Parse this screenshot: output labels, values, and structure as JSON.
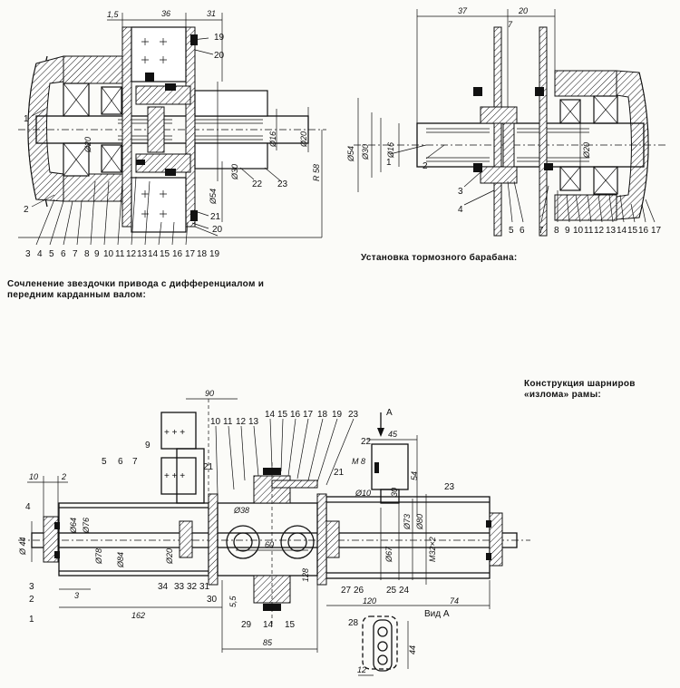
{
  "captions": {
    "fig1": "Сочленение звездочки привода с дифференциалом и передним карданным валом:",
    "fig2": "Установка тормозного барабана:",
    "fig3": "Конструкция шарниров «излома» рамы:"
  },
  "fig1": {
    "dims": {
      "d15": "1,5",
      "d36": "36",
      "d31": "31",
      "phi20": "Ø20",
      "phi16": "Ø16",
      "phi20b": "Ø20",
      "phi30": "Ø30",
      "phi54": "Ø54",
      "r58": "R 58"
    },
    "labels_bottom": [
      "3",
      "4",
      "5",
      "6",
      "7",
      "8",
      "9",
      "10",
      "11",
      "12",
      "13",
      "14",
      "15",
      "16",
      "17",
      "18",
      "19"
    ],
    "labels_side": [
      "1",
      "2",
      "19",
      "20",
      "20",
      "21",
      "22",
      "23"
    ]
  },
  "fig2": {
    "dims": {
      "d37": "37",
      "d20": "20",
      "d7": "7",
      "phi54": "Ø54",
      "phi30": "Ø30",
      "phi16": "Ø16",
      "phi20": "Ø20"
    },
    "labels_bottom": [
      "5",
      "6",
      "7",
      "8",
      "9",
      "10",
      "11",
      "12",
      "13",
      "14",
      "15",
      "16",
      "17"
    ],
    "labels_side": [
      "1",
      "2",
      "3",
      "4"
    ]
  },
  "fig3": {
    "dims": {
      "d90": "90",
      "d10": "10",
      "d2": "2",
      "d45": "45",
      "m8": "M 8",
      "d54": "54",
      "phi10": "Ø10",
      "d30": "30",
      "phi44": "Ø 44",
      "phi64": "Ø64",
      "phi76": "Ø76",
      "phi78": "Ø78",
      "phi84": "Ø84",
      "phi20": "Ø20",
      "phi38": "Ø38",
      "d60": "60",
      "d128": "128",
      "phi67": "Ø67",
      "phi73": "Ø73",
      "phi80": "Ø80",
      "m32": "M32×2",
      "d3": "3",
      "d162": "162",
      "d55": "5,5",
      "d120": "120",
      "d74": "74",
      "d85": "85",
      "d44": "44",
      "d12": "12",
      "vidA": "Вид А",
      "arrowA": "А"
    },
    "labels_top": [
      "10",
      "11",
      "12",
      "13",
      "14",
      "15",
      "16",
      "17",
      "18",
      "19",
      "23"
    ],
    "labels_other": [
      "4",
      "5",
      "6",
      "7",
      "9",
      "21",
      "21",
      "22",
      "23",
      "27",
      "26",
      "25",
      "24",
      "1",
      "2",
      "3",
      "34",
      "33",
      "32",
      "31",
      "30",
      "29",
      "14",
      "15",
      "28"
    ]
  }
}
